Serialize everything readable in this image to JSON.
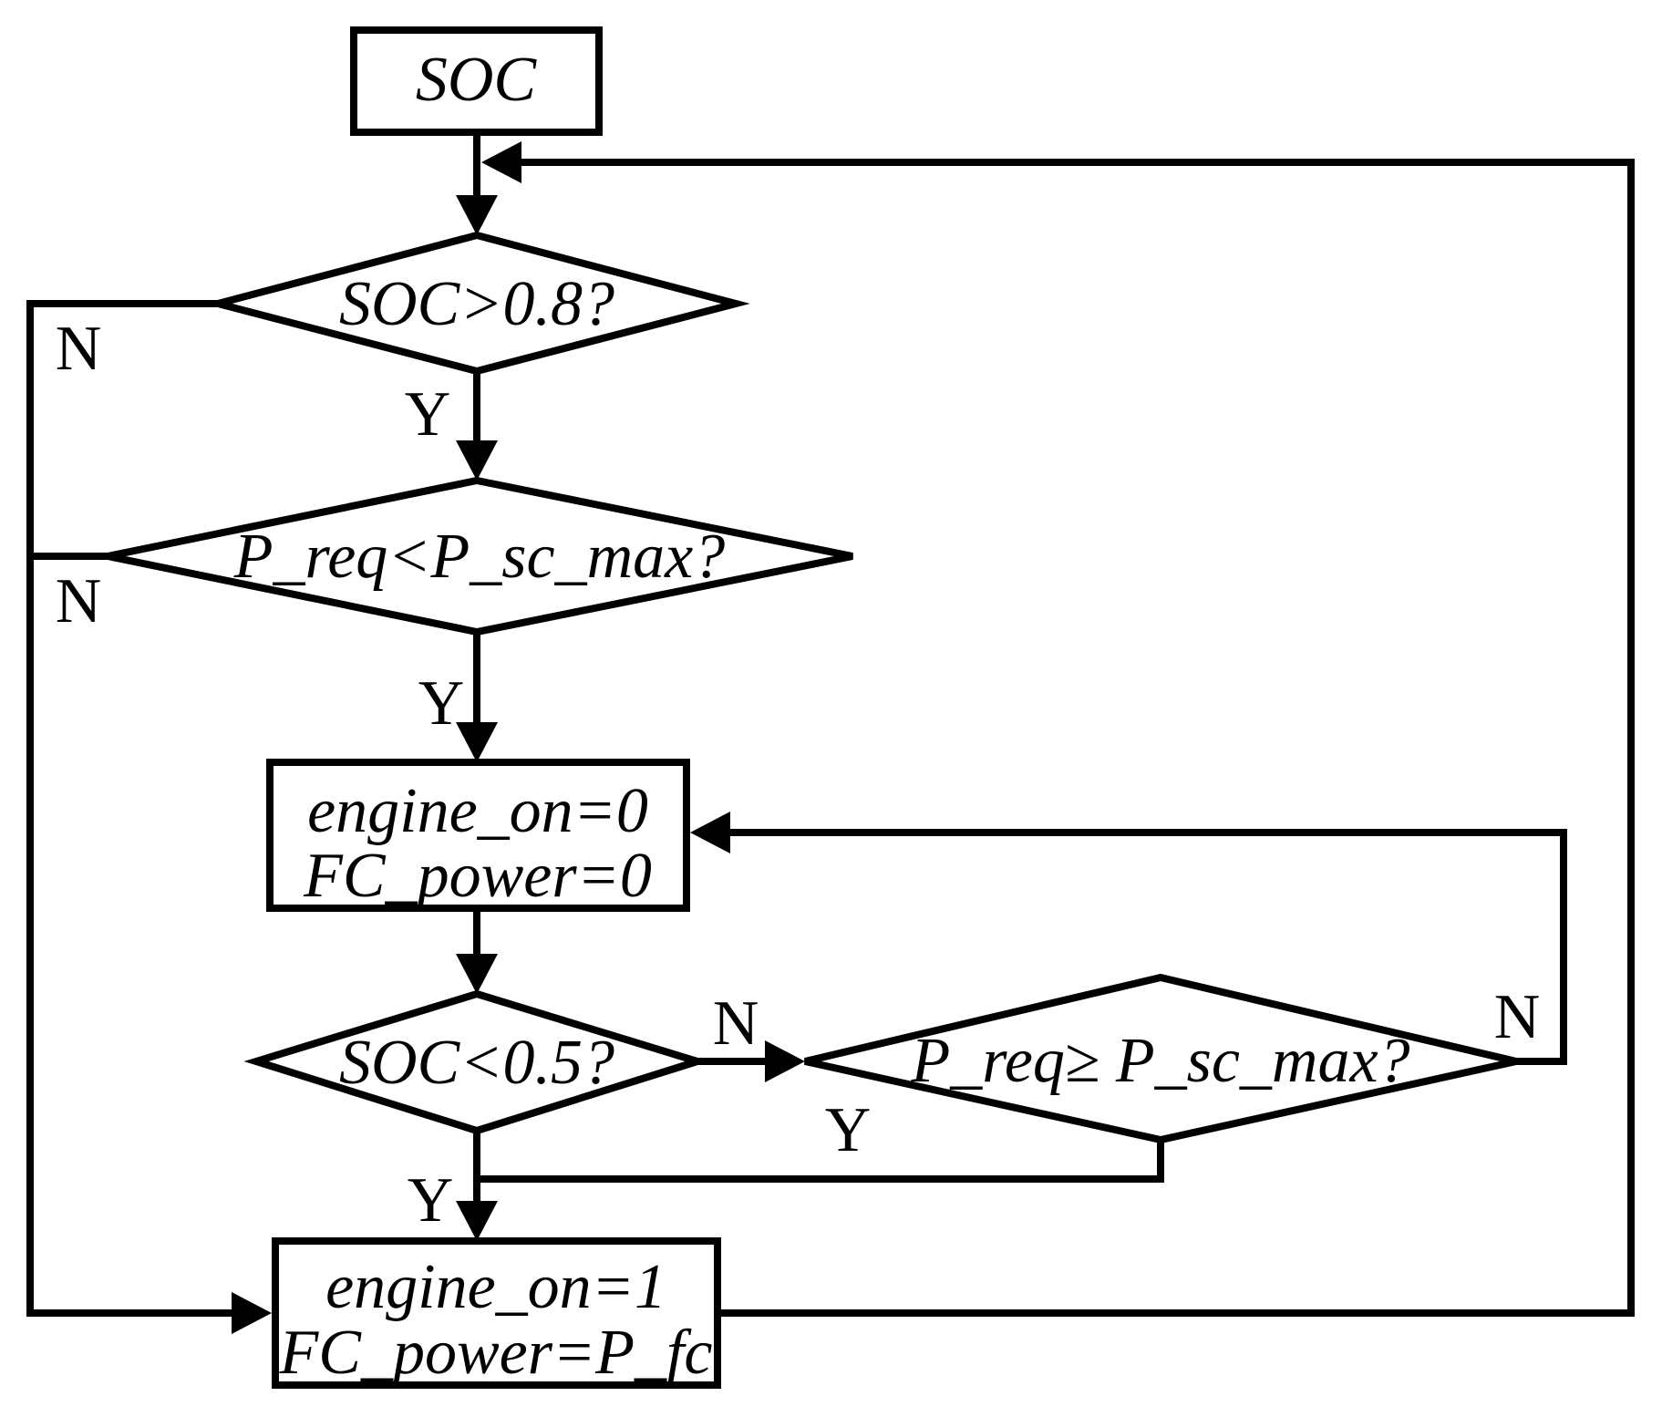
{
  "diagram": {
    "colors": {
      "ink": "#000000",
      "background": "#ffffff"
    },
    "nodes": {
      "soc": {
        "label": "SOC"
      },
      "d1": {
        "label": "SOC>0.8?"
      },
      "d2": {
        "label": "P_req<P_sc_max?"
      },
      "p1": {
        "line1": "engine_on=0",
        "line2": "FC_power=0"
      },
      "d3": {
        "label": "SOC<0.5?"
      },
      "d4": {
        "label": "P_req≥ P_sc_max?"
      },
      "p2": {
        "line1": "engine_on=1",
        "line2": "FC_power=P_fc"
      }
    },
    "edge_labels": {
      "d1_no": "N",
      "d1_yes": "Y",
      "d2_no": "N",
      "d2_yes": "Y",
      "d3_no": "N",
      "d3_yes": "Y",
      "d4_no": "N",
      "d4_yes": "Y"
    }
  }
}
